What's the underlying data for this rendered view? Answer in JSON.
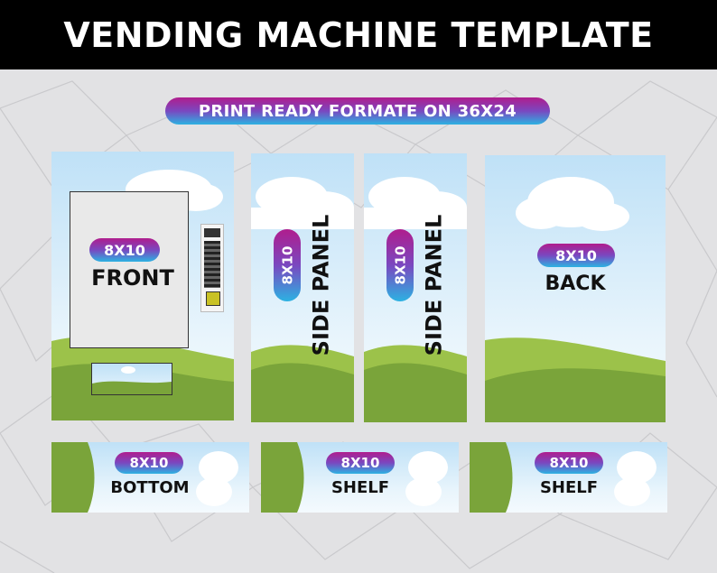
{
  "header": {
    "title": "VENDING MACHINE TEMPLATE"
  },
  "banner": {
    "text": "PRINT READY FORMATE ON 36X24"
  },
  "panels": {
    "front": {
      "size": "8X10",
      "name": "FRONT"
    },
    "side_1": {
      "size": "8X10",
      "name": "SIDE PANEL"
    },
    "side_2": {
      "size": "8X10",
      "name": "SIDE PANEL"
    },
    "back": {
      "size": "8X10",
      "name": "BACK"
    },
    "bottom": {
      "size": "8X10",
      "name": "BOTTOM"
    },
    "shelf_1": {
      "size": "8X10",
      "name": "SHELF"
    },
    "shelf_2": {
      "size": "8X10",
      "name": "SHELF"
    }
  },
  "colors": {
    "header_bg": "#000000",
    "page_bg": "#e2e2e4",
    "pill_gradient": [
      "#b01d8d",
      "#7a48c0",
      "#2cb2e2"
    ],
    "sky": "#bfe1f7",
    "grass_dark": "#7aa43a",
    "grass_light": "#9cc24a"
  }
}
